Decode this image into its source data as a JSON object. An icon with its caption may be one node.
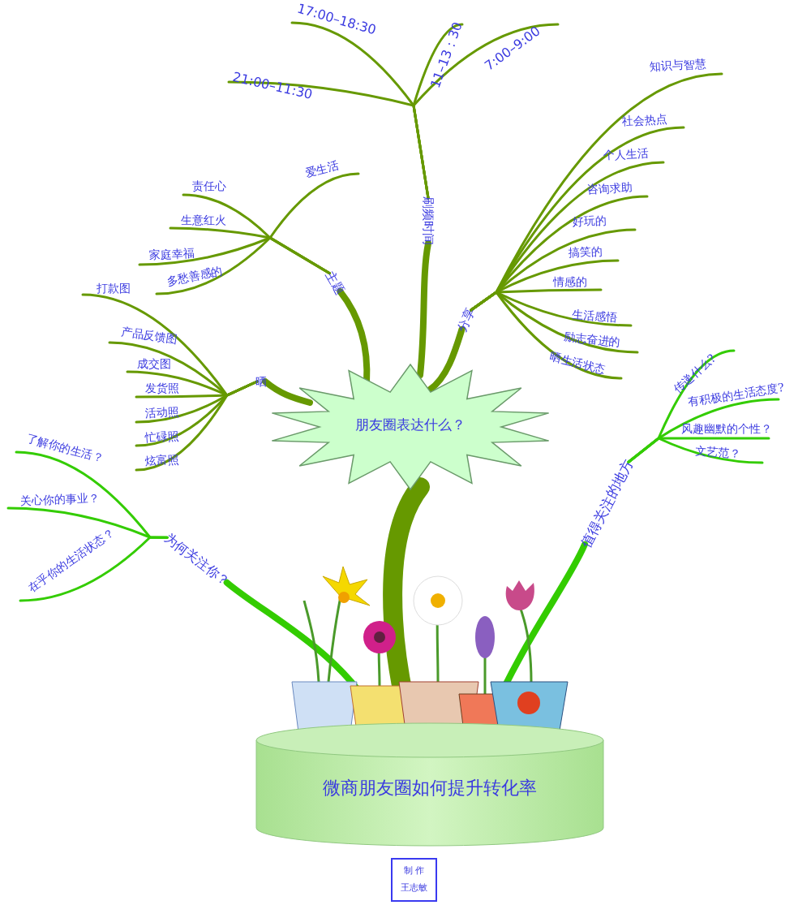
{
  "diagram": {
    "nodes": [
      {
        "text": [
          "微商朋友圈如何提升转化率"
        ]
      },
      {
        "text": [
          "朋友圈表达什么？"
        ]
      },
      {
        "text": [
          "刷频时间"
        ]
      },
      {
        "text": [
          "17:00–18:30"
        ]
      },
      {
        "text": [
          "11–13：30"
        ]
      },
      {
        "text": [
          "7:00–9:00"
        ]
      },
      {
        "text": [
          "21:00–11:30"
        ]
      },
      {
        "text": [
          "分享"
        ]
      },
      {
        "text": [
          "知识与智慧"
        ]
      },
      {
        "text": [
          "社会热点"
        ]
      },
      {
        "text": [
          "个人生活"
        ]
      },
      {
        "text": [
          "咨询求助"
        ]
      },
      {
        "text": [
          "好玩的"
        ]
      },
      {
        "text": [
          "搞笑的"
        ]
      },
      {
        "text": [
          "情感的"
        ]
      },
      {
        "text": [
          "生活感悟"
        ]
      },
      {
        "text": [
          "励志奋进的"
        ]
      },
      {
        "text": [
          "晒生活状态"
        ]
      },
      {
        "text": [
          "主题"
        ]
      },
      {
        "text": [
          "爱生活"
        ]
      },
      {
        "text": [
          "责任心"
        ]
      },
      {
        "text": [
          "生意红火"
        ]
      },
      {
        "text": [
          "家庭幸福"
        ]
      },
      {
        "text": [
          "多愁善感的"
        ]
      },
      {
        "text": [
          "晒"
        ]
      },
      {
        "text": [
          "打款图"
        ]
      },
      {
        "text": [
          "产品反馈图"
        ]
      },
      {
        "text": [
          "成交图"
        ]
      },
      {
        "text": [
          "发货照"
        ]
      },
      {
        "text": [
          "活动照"
        ]
      },
      {
        "text": [
          "忙碌照"
        ]
      },
      {
        "text": [
          "炫富照"
        ]
      },
      {
        "text": [
          "值得关注的地方"
        ]
      },
      {
        "text": [
          "传递什么?"
        ]
      },
      {
        "text": [
          "有积极的生活态度?"
        ]
      },
      {
        "text": [
          "风趣幽默的个性？"
        ]
      },
      {
        "text": [
          "文艺范？"
        ]
      },
      {
        "text": [
          "为何关注你？"
        ]
      },
      {
        "text": [
          "了解你的生活？"
        ]
      },
      {
        "text": [
          "关心你的事业？"
        ]
      },
      {
        "text": [
          "在乎你的生活状态？"
        ]
      },
      {
        "text": [
          "制 作",
          "王志敏"
        ]
      }
    ],
    "edges": [
      {
        "from": 0,
        "to": 1,
        "arrow": "none",
        "style": "thick"
      },
      {
        "from": 0,
        "to": 37,
        "arrow": "none",
        "style": "thick",
        "color": "#33cc00"
      },
      {
        "from": 0,
        "to": 32,
        "arrow": "none",
        "style": "thick",
        "color": "#33cc00"
      },
      {
        "from": 1,
        "to": 2,
        "arrow": "none",
        "style": "thick"
      },
      {
        "from": 2,
        "to": 3,
        "arrow": "none"
      },
      {
        "from": 2,
        "to": 4,
        "arrow": "none"
      },
      {
        "from": 2,
        "to": 5,
        "arrow": "none"
      },
      {
        "from": 2,
        "to": 6,
        "arrow": "none"
      },
      {
        "from": 1,
        "to": 7,
        "arrow": "none",
        "style": "thick"
      },
      {
        "from": 7,
        "to": 8,
        "arrow": "none"
      },
      {
        "from": 7,
        "to": 9,
        "arrow": "none"
      },
      {
        "from": 7,
        "to": 10,
        "arrow": "none"
      },
      {
        "from": 7,
        "to": 11,
        "arrow": "none"
      },
      {
        "from": 7,
        "to": 12,
        "arrow": "none"
      },
      {
        "from": 7,
        "to": 13,
        "arrow": "none"
      },
      {
        "from": 7,
        "to": 14,
        "arrow": "none"
      },
      {
        "from": 7,
        "to": 15,
        "arrow": "none"
      },
      {
        "from": 7,
        "to": 16,
        "arrow": "none"
      },
      {
        "from": 7,
        "to": 17,
        "arrow": "none"
      },
      {
        "from": 1,
        "to": 18,
        "arrow": "none",
        "style": "thick"
      },
      {
        "from": 18,
        "to": 19,
        "arrow": "none"
      },
      {
        "from": 18,
        "to": 20,
        "arrow": "none"
      },
      {
        "from": 18,
        "to": 21,
        "arrow": "none"
      },
      {
        "from": 18,
        "to": 22,
        "arrow": "none"
      },
      {
        "from": 18,
        "to": 23,
        "arrow": "none"
      },
      {
        "from": 1,
        "to": 24,
        "arrow": "none",
        "style": "thick"
      },
      {
        "from": 24,
        "to": 25,
        "arrow": "none"
      },
      {
        "from": 24,
        "to": 26,
        "arrow": "none"
      },
      {
        "from": 24,
        "to": 27,
        "arrow": "none"
      },
      {
        "from": 24,
        "to": 28,
        "arrow": "none"
      },
      {
        "from": 24,
        "to": 29,
        "arrow": "none"
      },
      {
        "from": 24,
        "to": 30,
        "arrow": "none"
      },
      {
        "from": 24,
        "to": 31,
        "arrow": "none"
      },
      {
        "from": 32,
        "to": 33,
        "arrow": "none",
        "color": "#33cc00"
      },
      {
        "from": 32,
        "to": 34,
        "arrow": "none",
        "color": "#33cc00"
      },
      {
        "from": 32,
        "to": 35,
        "arrow": "none",
        "color": "#33cc00"
      },
      {
        "from": 32,
        "to": 36,
        "arrow": "none",
        "color": "#33cc00"
      },
      {
        "from": 37,
        "to": 38,
        "arrow": "none",
        "color": "#33cc00"
      },
      {
        "from": 37,
        "to": 39,
        "arrow": "none",
        "color": "#33cc00"
      },
      {
        "from": 37,
        "to": 40,
        "arrow": "none",
        "color": "#33cc00"
      }
    ]
  }
}
